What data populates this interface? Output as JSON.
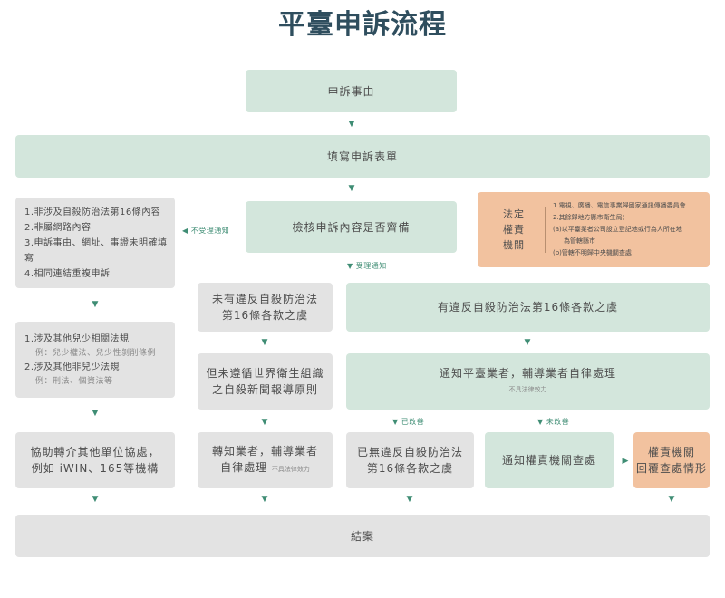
{
  "title": "平臺申訴流程",
  "nodes": {
    "complaint": "申訴事由",
    "fill_form": "填寫申訴表單",
    "review": "檢核申訴內容是否齊備",
    "not_accepted_reasons": [
      "1.非涉及自殺防治法第16條內容",
      "2.非屬網路內容",
      "3.申訴事由、網址、事證未明確填寫",
      "4.相同連結重複申訴"
    ],
    "other_laws": {
      "item1": "1.涉及其他兒少相關法規",
      "item1_example": "例：兒少權法、兒少性剝削條例",
      "item2": "2.涉及其他非兒少法規",
      "item2_example": "例：刑法、個資法等"
    },
    "referral": [
      "協助轉介其他單位協處，",
      "例如 iWIN、165等機構"
    ],
    "no_violation": [
      "未有違反自殺防治法",
      "第16條各款之虞"
    ],
    "who_guideline": [
      "但未遵循世界衛生組織",
      "之自殺新聞報導原則"
    ],
    "notify_self_reg": [
      "轉知業者，輔導業者",
      "自律處理"
    ],
    "not_legal_binding": "不具法律效力",
    "violation": "有違反自殺防治法第16條各款之虞",
    "notify_platform": "通知平臺業者，輔導業者自律處理",
    "no_longer_violation": [
      "已無違反自殺防治法",
      "第16條各款之虞"
    ],
    "notify_authority": "通知權責機關查處",
    "authority_reply": [
      "權責機關",
      "回覆查處情形"
    ],
    "close": "結案"
  },
  "legal_authority": {
    "title": [
      "法定",
      "權責",
      "機關"
    ],
    "items": [
      "1.電視、廣播、電信事業歸國家通訊傳播委員會",
      "2.其餘歸地方縣市衛生局：",
      "(a)以平臺業者公司設立登記地或行為人所在地",
      "為管轄縣市",
      "(b)管轄不明歸中央機關查處"
    ]
  },
  "labels": {
    "not_accepted": "不受理通知",
    "accepted": "受理通知",
    "improved": "已改善",
    "not_improved": "未改善"
  },
  "icons": {
    "down": "▼",
    "left": "◀",
    "right": "▶"
  },
  "colors": {
    "green_box": "#d3e6dc",
    "gray_box": "#e3e3e3",
    "orange_box": "#f2c29f",
    "arrow": "#3f8d74",
    "title": "#2f4e5e"
  }
}
